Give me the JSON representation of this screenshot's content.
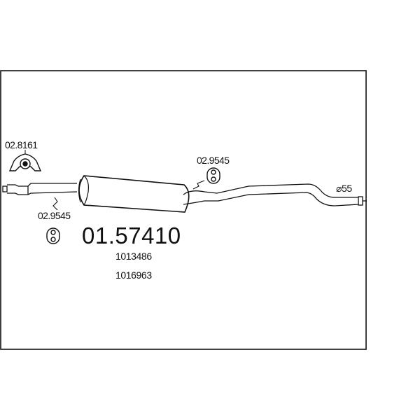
{
  "diagram": {
    "main_part_number": "01.57410",
    "oem_numbers": [
      "1013486",
      "1016963"
    ],
    "parts": {
      "clamp_label": "02.8161",
      "hanger_left_label": "02.9545",
      "hanger_right_label": "02.9545"
    },
    "outlet_diameter": "⌀55",
    "colors": {
      "line": "#111111",
      "fill": "#ffffff"
    }
  }
}
